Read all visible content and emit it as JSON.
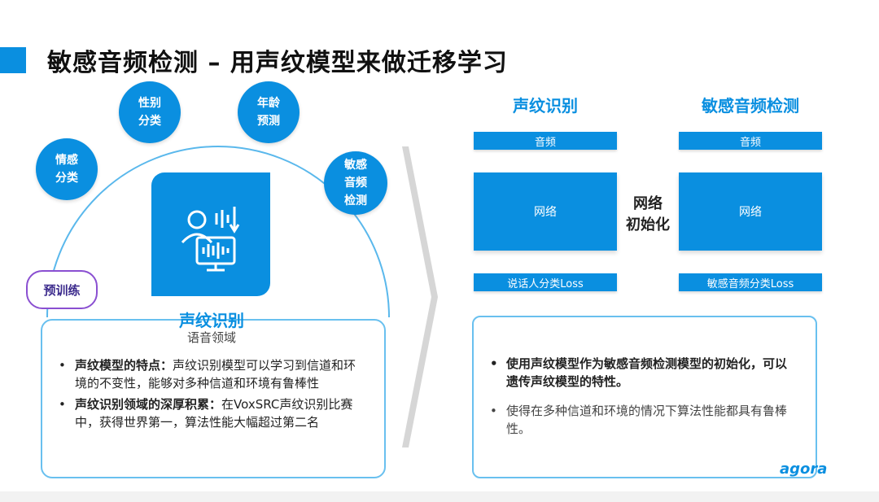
{
  "title": "敏感音频检测 – 用声纹模型来做迁移学习",
  "circles": {
    "emotion": "情感\n分类",
    "gender": "性别\n分类",
    "age": "年龄\n预测",
    "sensitive": "敏感\n音频\n检测"
  },
  "pretrain_label": "预训练",
  "left": {
    "card_title": "声纹识别",
    "card_subtitle": "语音领域",
    "bullet1_bold": "声纹模型的特点：",
    "bullet1_text": "声纹识别模型可以学习到信道和环境的不变性，能够对多种信道和环境有鲁棒性",
    "bullet2_bold": "声纹识别领域的深厚积累：",
    "bullet2_text": "在VoxSRC声纹识别比赛中，获得世界第一，算法性能大幅超过第二名"
  },
  "right": {
    "col1_title": "声纹识别",
    "col2_title": "敏感音频检测",
    "audio_label": "音频",
    "network_label": "网络",
    "mid_label": "网络\n初始化",
    "loss1": "说话人分类Loss",
    "loss2": "敏感音频分类Loss",
    "bullet1": "使用声纹模型作为敏感音频检测模型的初始化，可以遗传声纹模型的特性。",
    "bullet2": "使得在多种信道和环境的情况下算法性能都具有鲁棒性。"
  },
  "logo": "agora",
  "colors": {
    "accent": "#0a8fe0",
    "card_border": "#69c0ef",
    "pretrain_border": "#8a4fd1"
  },
  "icons": [
    "speaker-icon",
    "sound-wave-icon",
    "monitor-icon"
  ]
}
